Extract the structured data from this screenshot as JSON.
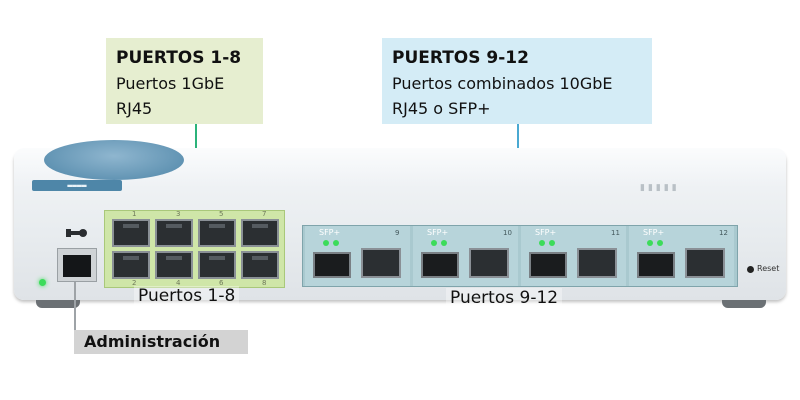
{
  "callouts": {
    "ports_1_8": {
      "title": "PUERTOS 1-8",
      "line1": "Puertos 1GbE",
      "line2": "RJ45"
    },
    "ports_9_12": {
      "title": "PUERTOS 9-12",
      "line1": "Puertos combinados 10GbE",
      "line2": "RJ45 o SFP+"
    }
  },
  "labels": {
    "ports_1_8": "Puertos 1-8",
    "ports_9_12": "Puertos 9-12",
    "admin": "Administración",
    "reset": "Reset"
  },
  "ports_1_8": {
    "top_numbers": [
      "1",
      "3",
      "5",
      "7"
    ],
    "bottom_numbers": [
      "2",
      "4",
      "6",
      "8"
    ]
  },
  "ports_9_12": [
    {
      "tag": "SFP+",
      "number": "9"
    },
    {
      "tag": "SFP+",
      "number": "10"
    },
    {
      "tag": "SFP+",
      "number": "11"
    },
    {
      "tag": "SFP+",
      "number": "12"
    }
  ],
  "colors": {
    "callout_green": "#e6eed0",
    "callout_blue": "#d4ecf6",
    "line_green": "#2bb37a",
    "line_blue": "#4aa9d2",
    "led_green": "#3cdc5a"
  }
}
